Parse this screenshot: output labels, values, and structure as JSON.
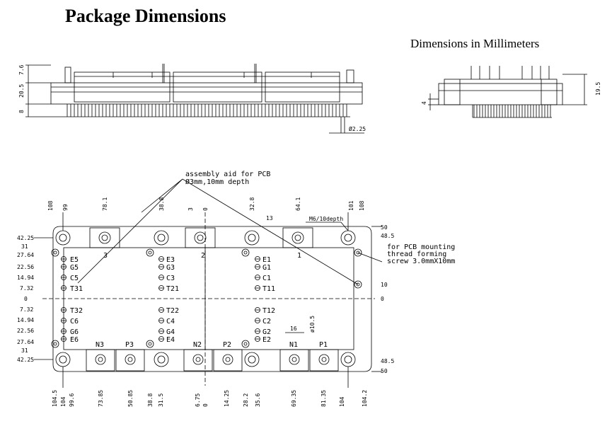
{
  "title": "Package Dimensions",
  "subtitle": "Dimensions in Millimeters",
  "side_view": {
    "dims_vertical": [
      "7.6",
      "20.5",
      "8"
    ],
    "pin_diameter": "Ø2.25"
  },
  "end_view": {
    "dim_left": "4",
    "dim_right": "19.5"
  },
  "notes": {
    "assembly_aid_line1": "assembly aid for PCB",
    "assembly_aid_line2": "Ø3mm,10mm depth",
    "mounting_line1": "for PCB mounting",
    "mounting_line2": "thread forming",
    "mounting_line3": "screw 3.0mmX10mm",
    "m6": "M6/10depth"
  },
  "top_dims": [
    "108",
    "99",
    "78.1",
    "38.8",
    "3",
    "0",
    "32.8",
    "13",
    "64.1",
    "101",
    "108"
  ],
  "bottom_dims": [
    "104.5",
    "104",
    "99.6",
    "73.85",
    "50.85",
    "38.8",
    "31.5",
    "6.75",
    "0",
    "14.25",
    "28.2",
    "35.6",
    "69.35",
    "81.35",
    "104",
    "104.2"
  ],
  "left_dims": [
    "42.25",
    "31",
    "27.64",
    "22.56",
    "14.94",
    "7.32",
    "0",
    "7.32",
    "14.94",
    "22.56",
    "27.64",
    "31",
    "42.25"
  ],
  "right_dims": [
    "50",
    "48.5",
    "10",
    "0",
    "48.5",
    "50"
  ],
  "n1_dims": [
    "16",
    "ø10.5"
  ],
  "terminal_numbers": [
    "3",
    "2",
    "1"
  ],
  "pins_left": [
    "E5",
    "G5",
    "C5",
    "T31",
    "T32",
    "C6",
    "G6",
    "E6"
  ],
  "pins_center": [
    "E3",
    "G3",
    "C3",
    "T21",
    "T22",
    "C4",
    "G4",
    "E4"
  ],
  "pins_right": [
    "E1",
    "G1",
    "C1",
    "T11",
    "T12",
    "C2",
    "G2",
    "E2"
  ],
  "power_terminals": [
    "N3",
    "P3",
    "N2",
    "P2",
    "N1",
    "P1"
  ]
}
